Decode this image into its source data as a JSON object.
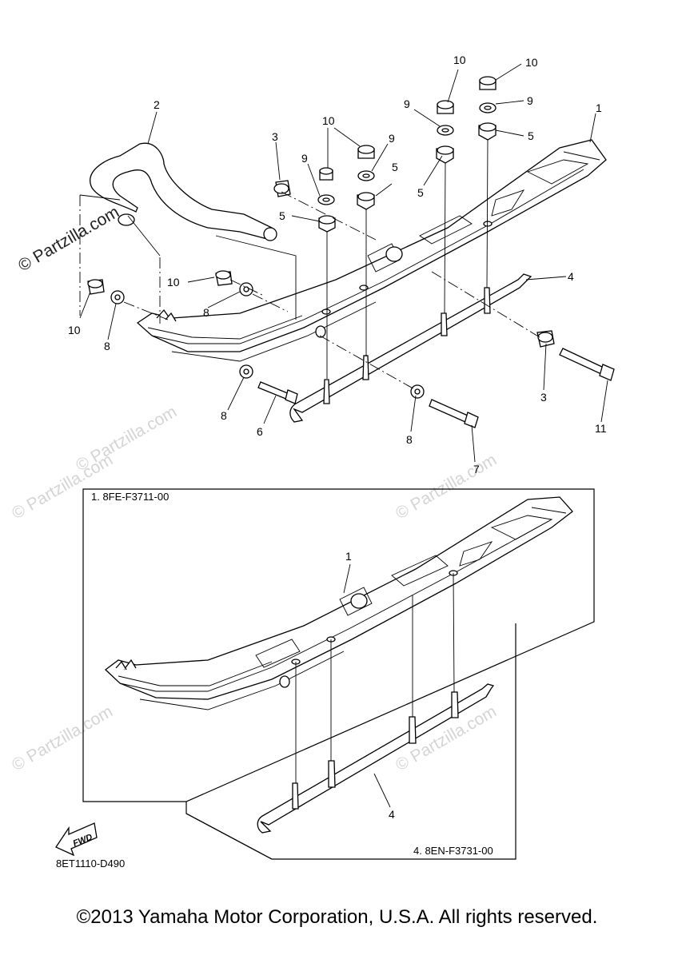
{
  "watermarks": [
    "© Partzilla.com",
    "© Partzilla.com",
    "© Partzilla.com",
    "© Partzilla.com",
    "© Partzilla.com",
    "© Partzilla.com",
    "© Partzilla.com"
  ],
  "callouts": {
    "c1_top": "1",
    "c2": "2",
    "c3_left": "3",
    "c3_right": "3",
    "c4_top": "4",
    "c5_a": "5",
    "c5_b": "5",
    "c5_c": "5",
    "c5_d": "5",
    "c6": "6",
    "c7": "7",
    "c8_a": "8",
    "c8_b": "8",
    "c8_c": "8",
    "c8_d": "8",
    "c9_a": "9",
    "c9_b": "9",
    "c9_c": "9",
    "c9_d": "9",
    "c10_a": "10",
    "c10_b": "10",
    "c10_c": "10",
    "c10_d": "10",
    "c10_e": "10",
    "c11": "11",
    "c1_box": "1",
    "c4_box": "4"
  },
  "box_labels": {
    "ski_part": "1. 8FE-F3711-00",
    "runner_part": "4. 8EN-F3731-00"
  },
  "fwd_arrow": "FWD",
  "diagram_code": "8ET1110-D490",
  "copyright": "©2013 Yamaha Motor Corporation, U.S.A. All rights reserved."
}
